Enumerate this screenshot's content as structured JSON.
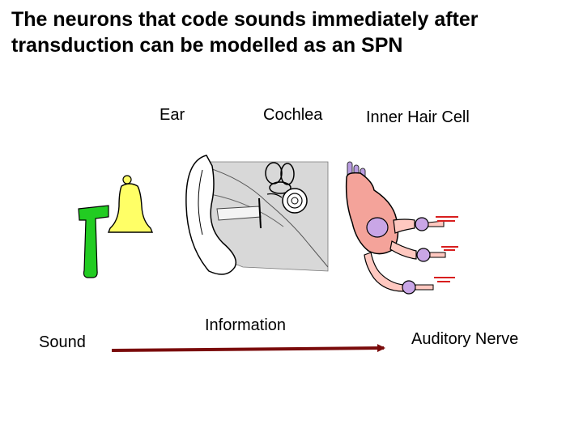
{
  "slide": {
    "title_line1": "The neurons that code sounds immediately after",
    "title_line2": "transduction can be modelled as an SPN"
  },
  "labels": {
    "ear": "Ear",
    "cochlea": "Cochlea",
    "inner_hair_cell": "Inner Hair Cell",
    "information": "Information",
    "sound": "Sound",
    "auditory_nerve": "Auditory Nerve"
  },
  "colors": {
    "arrow": "#7a0b0b",
    "bell": "#ffff66",
    "clapper": "#22cc22",
    "hair_cell": "#f4a39a",
    "nerve_fiber": "#ffc8c0",
    "nucleus": "#c9a6e6",
    "spike": "#d81e1e"
  }
}
